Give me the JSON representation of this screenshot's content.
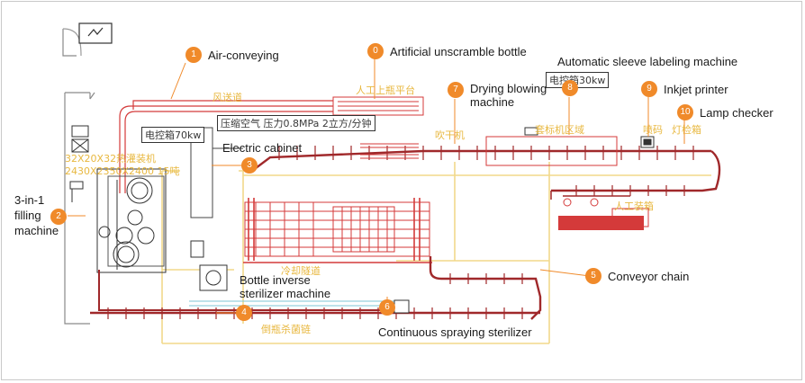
{
  "colors": {
    "badge": "#f08a2a",
    "chain": "#a0282a",
    "conveyor_red": "#d43a3a",
    "yellow_line": "#f2d98a",
    "cyan": "#7cc6d6",
    "dark": "#333333"
  },
  "callouts": [
    {
      "num": "0",
      "label": "Artificial unscramble bottle"
    },
    {
      "num": "1",
      "label": "Air-conveying"
    },
    {
      "num": "2",
      "label": "3-in-1\nfilling\nmachine"
    },
    {
      "num": "3",
      "label": "Electric cabinet"
    },
    {
      "num": "4",
      "label": "Bottle inverse\nsterilizer machine"
    },
    {
      "num": "5",
      "label": "Conveyor chain"
    },
    {
      "num": "6",
      "label": "Continuous spraying sterilizer"
    },
    {
      "num": "7",
      "label": "Drying blowing\nmachine"
    },
    {
      "num": "8",
      "label": "Automatic sleeve labeling machine"
    },
    {
      "num": "9",
      "label": "Inkjet printer"
    },
    {
      "num": "10",
      "label": "Lamp checker"
    }
  ],
  "cn_labels": {
    "air_duct": "风送道",
    "manual_platform": "人工上瓶平台",
    "air_compress": "压缩空气 压力0.8MPa 2立方/分钟",
    "cabinet_70kw": "电控箱70kw",
    "cabinet_30kw": "电控箱30kw",
    "filler_spec_1": "32X20X32热灌装机",
    "filler_spec_2": "2430X2350X2400 15吨",
    "blower": "吹干机",
    "labeling_area": "套标机区域",
    "inkjet": "喷码",
    "lamp": "灯检箱",
    "manual_packing": "人工装箱",
    "cooling_tunnel": "冷却隧道",
    "inverse_chain": "倒瓶杀菌链"
  },
  "icons": [
    "electric-symbol-icon",
    "door-icon"
  ]
}
